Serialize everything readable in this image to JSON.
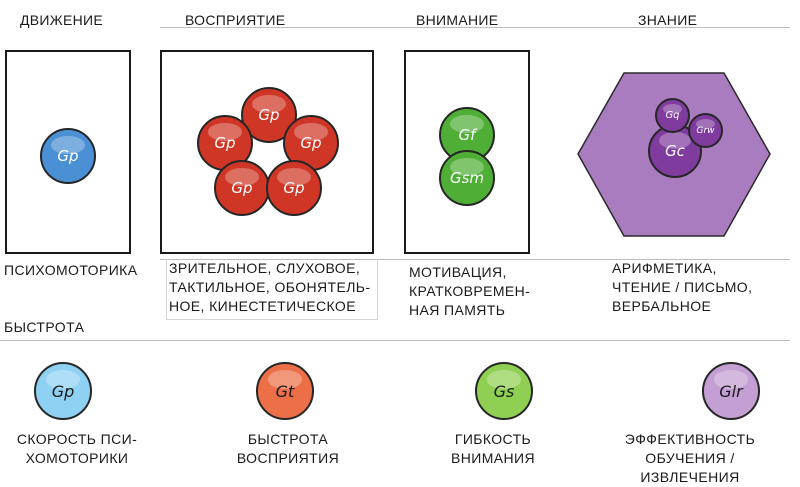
{
  "headers": {
    "movement": "ДВИЖЕНИЕ",
    "perception": "ВОСПРИЯТИЕ",
    "attention": "ВНИМАНИЕ",
    "knowledge": "ЗНАНИЕ"
  },
  "captions": {
    "movement": "ПСИХОМОТОРИКА",
    "perception": "ЗРИТЕЛЬНОЕ, СЛУХОВОЕ,\nТАКТИЛЬНОЕ, ОБОНЯТЕЛЬ-\nНОЕ, КИНЕСТЕТИЧЕСКОЕ",
    "attention": "МОТИВАЦИЯ,\nКРАТКОВРЕМЕН-\nНАЯ ПАМЯТЬ",
    "knowledge": "АРИФМЕТИКА,\nЧТЕНИЕ / ПИСЬМО,\nВЕРБАЛЬНОЕ"
  },
  "section_label": "БЫСТРОТА",
  "top_nodes": {
    "movement": "Gp",
    "perception": [
      "Gp",
      "Gp",
      "Gp",
      "Gp",
      "Gp"
    ],
    "attention": [
      "Gf",
      "Gsm"
    ],
    "knowledge": [
      "Gq",
      "Grw",
      "Gc"
    ]
  },
  "bottom": [
    {
      "code": "Gp",
      "label": "СКОРОСТЬ ПСИ-\nХОМОТОРИКИ",
      "color": "#8fd1f2"
    },
    {
      "code": "Gt",
      "label": "БЫСТРОТА\nВОСПРИЯТИЯ",
      "color": "#ec6f47"
    },
    {
      "code": "Gs",
      "label": "ГИБКОСТЬ\nВНИМАНИЯ",
      "color": "#8fd052"
    },
    {
      "code": "Glr",
      "label": "ЭФФЕКТИВНОСТЬ\nОБУЧЕНИЯ / ИЗВЛЕЧЕНИЯ",
      "color": "#c49fd3"
    }
  ],
  "colors": {
    "red": "#cf3626",
    "green": "#4fae36",
    "purple": "#7f3b9d",
    "blue": "#4b8fd4",
    "hexagon_fill": "#a97cc0"
  }
}
